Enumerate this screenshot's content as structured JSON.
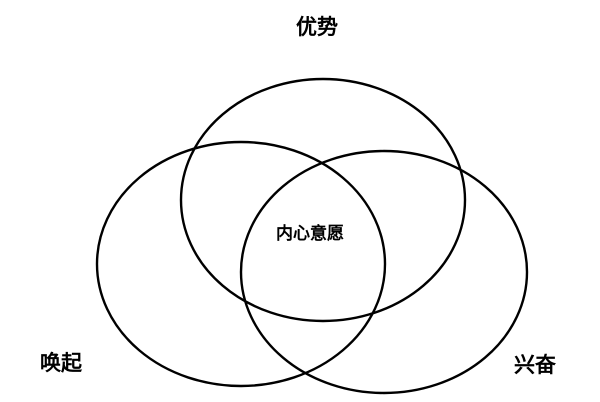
{
  "diagram": {
    "type": "venn",
    "sets": [
      {
        "label": "优势"
      },
      {
        "label": "唤起"
      },
      {
        "label": "兴奋"
      }
    ],
    "center_label": "内心意愿",
    "stroke_color": "#000000",
    "background_color": "#ffffff"
  }
}
